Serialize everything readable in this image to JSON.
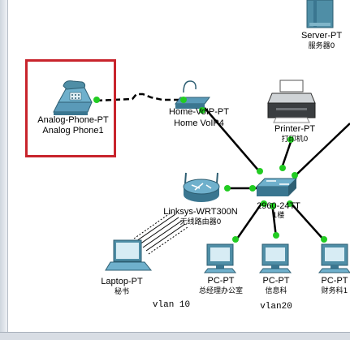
{
  "devices": {
    "server": {
      "model": "Server-PT",
      "name": "服务器0"
    },
    "analog_phone": {
      "model": "Analog-Phone-PT",
      "name": "Analog Phone1"
    },
    "home_voip": {
      "model": "Home-VoIP-PT",
      "name": "Home VoIP4"
    },
    "printer": {
      "model": "Printer-PT",
      "name": "打印机0"
    },
    "router": {
      "model": "Linksys-WRT300N",
      "name": "无线路由器0"
    },
    "switch": {
      "model": "2960-24TT",
      "name": "1楼"
    },
    "laptop": {
      "model": "Laptop-PT",
      "name": "秘书"
    },
    "pc1": {
      "model": "PC-PT",
      "name": "总经理办公室"
    },
    "pc2": {
      "model": "PC-PT",
      "name": "信息科"
    },
    "pc3": {
      "model": "PC-PT",
      "name": "财务科1"
    }
  },
  "vlans": {
    "vlan10": "vlan 10",
    "vlan20": "vlan20"
  },
  "colors": {
    "link": "#000000",
    "port_up": "#22cc22",
    "highlight": "#c8242c"
  }
}
